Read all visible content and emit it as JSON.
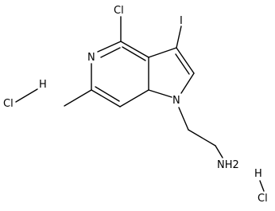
{
  "labels": {
    "chlorine_top": "Cl",
    "iodine": "I",
    "pyridine_nitrogen": "N",
    "pyrrole_nitrogen": "N",
    "amine": "NH2",
    "hcl_left_cl": "Cl",
    "hcl_left_h": "H",
    "hcl_right_h": "H",
    "hcl_right_cl": "Cl"
  },
  "colors": {
    "ink": "#000000",
    "background": "#ffffff"
  }
}
